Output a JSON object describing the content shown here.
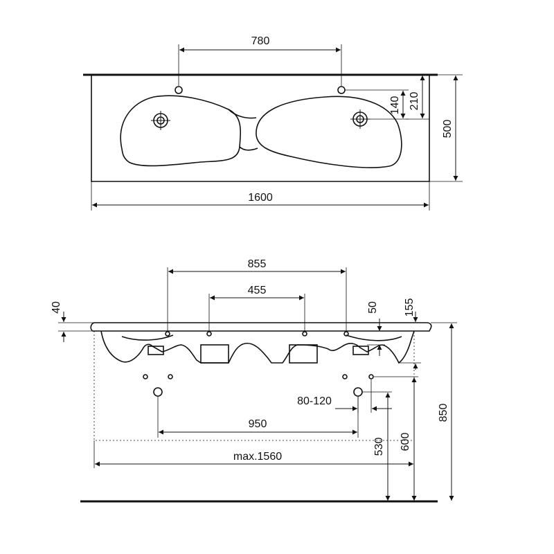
{
  "top_view": {
    "dim_faucet_spacing": "780",
    "dim_faucet_to_drain": "140",
    "dim_faucet_to_edge": "210",
    "dim_depth": "500",
    "dim_width": "1600"
  },
  "front_view": {
    "dim_outer_holes": "855",
    "dim_inner_holes": "455",
    "dim_thickness": "40",
    "dim_offset_50": "50",
    "dim_offset_155": "155",
    "dim_drain_range": "80-120",
    "dim_drain_spacing": "950",
    "dim_max_width": "max.1560",
    "dim_530": "530",
    "dim_600": "600",
    "dim_850": "850"
  }
}
